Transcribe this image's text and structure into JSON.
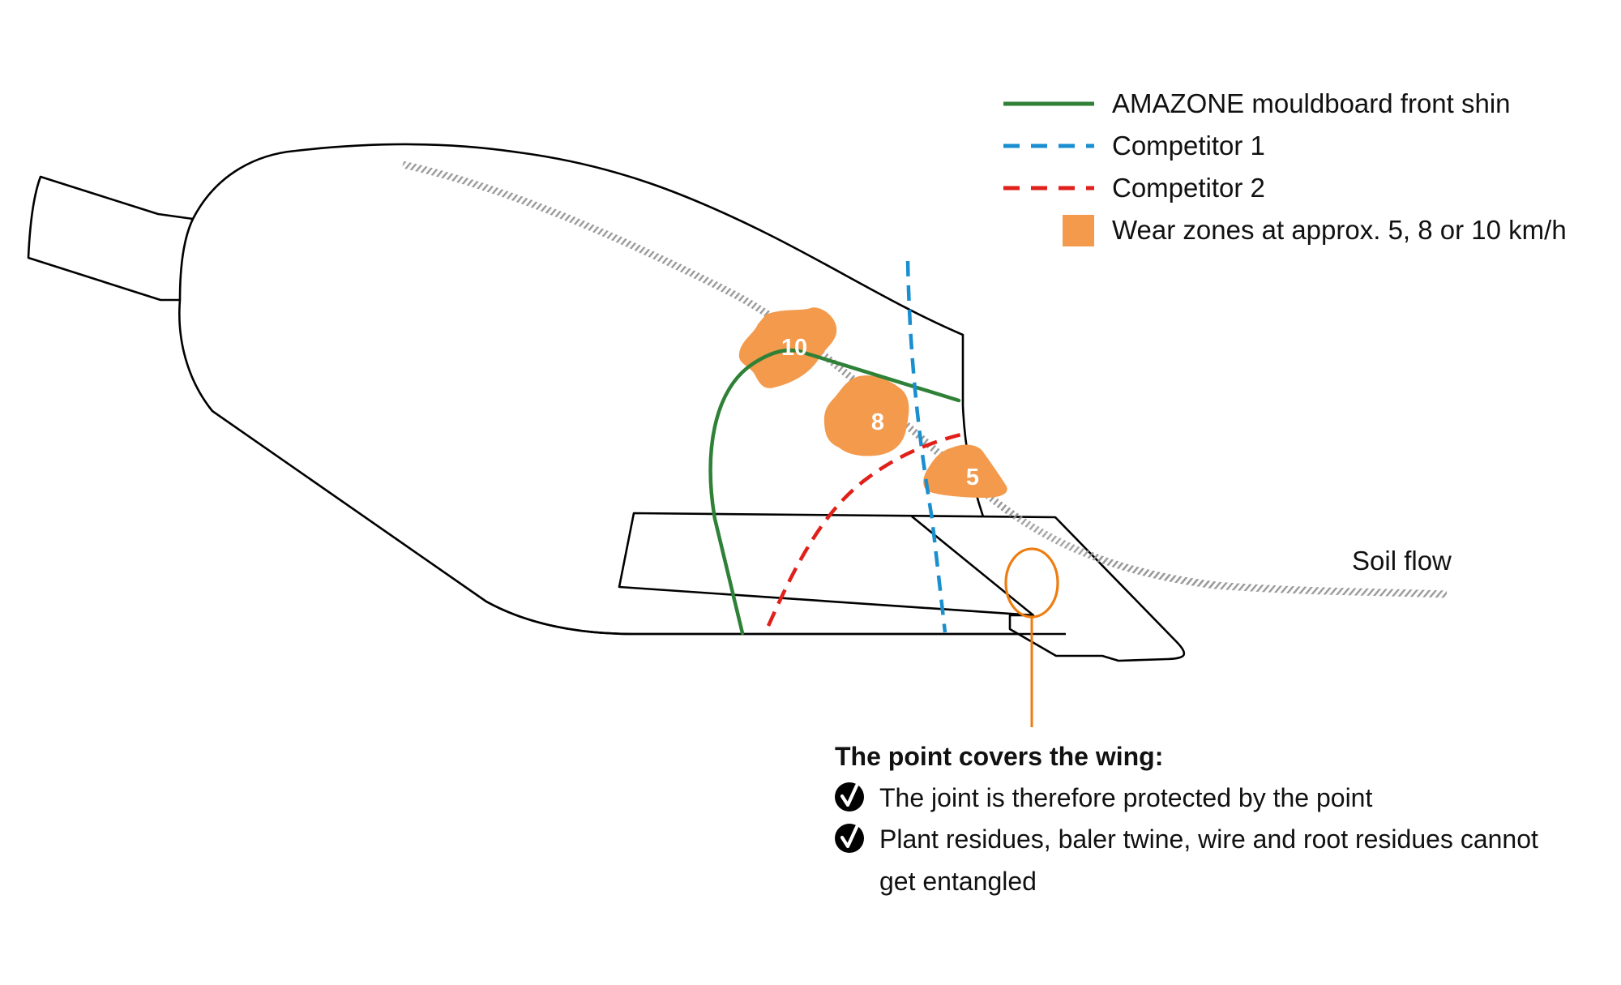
{
  "legend": {
    "items": [
      {
        "label": "AMAZONE mouldboard front shin",
        "style": "solid",
        "color": "#2e8136"
      },
      {
        "label": "Competitor 1",
        "style": "dashed",
        "color": "#1a8fd0"
      },
      {
        "label": "Competitor 2",
        "style": "dashed",
        "color": "#e0201a"
      },
      {
        "label": "Wear zones at approx. 5, 8 or 10 km/h",
        "style": "swatch",
        "color": "#f39a4c"
      }
    ]
  },
  "wear_zones": [
    {
      "label": "10"
    },
    {
      "label": "8"
    },
    {
      "label": "5"
    }
  ],
  "soil_flow": {
    "label": "Soil flow"
  },
  "callout": {
    "heading": "The point covers the wing:",
    "bullets": [
      {
        "icon": "check-circle-icon",
        "lines": [
          "The joint is therefore protected by the point"
        ]
      },
      {
        "icon": "check-circle-icon",
        "lines": [
          "Plant residues, baler twine, wire and root residues cannot",
          "get entangled"
        ]
      }
    ]
  },
  "colors": {
    "outline": "#000000",
    "soil_flow_hatch": "#9a9a9a",
    "callout": "#ee7d11",
    "wear_zone": "#f39a4c"
  }
}
